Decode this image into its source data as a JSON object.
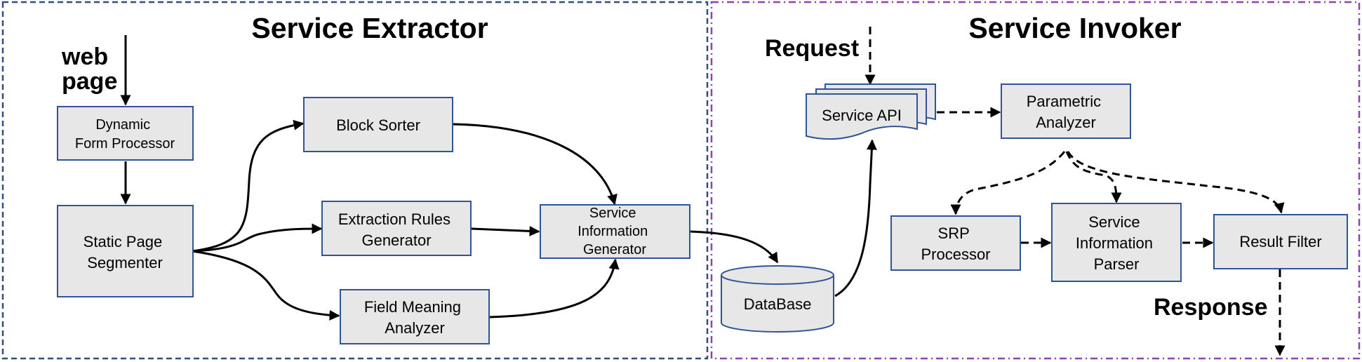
{
  "panels": {
    "extractor_title": "Service Extractor",
    "invoker_title": "Service Invoker",
    "extractor_border_color": "#2f4f7f",
    "invoker_border_color": "#8e44ad"
  },
  "box_style": {
    "fill": "#e7e7e7",
    "border": "#2f5597"
  },
  "labels": {
    "web_page": [
      "web",
      "page"
    ],
    "request": "Request",
    "response": "Response"
  },
  "nodes": {
    "dynamic_form": [
      "Dynamic",
      "Form Processor"
    ],
    "static_page": [
      "Static Page",
      "Segmenter"
    ],
    "block_sorter": [
      "Block Sorter"
    ],
    "extraction_rules": [
      "Extraction Rules",
      "Generator"
    ],
    "field_meaning": [
      "Field Meaning",
      "Analyzer"
    ],
    "service_info_gen": [
      "Service",
      "Information",
      "Generator"
    ],
    "database": [
      "DataBase"
    ],
    "service_api": [
      "Service API"
    ],
    "parametric": [
      "Parametric",
      "Analyzer"
    ],
    "srp": [
      "SRP",
      "Processor"
    ],
    "service_info_parser": [
      "Service",
      "Information",
      "Parser"
    ],
    "result_filter": [
      "Result Filter"
    ]
  }
}
